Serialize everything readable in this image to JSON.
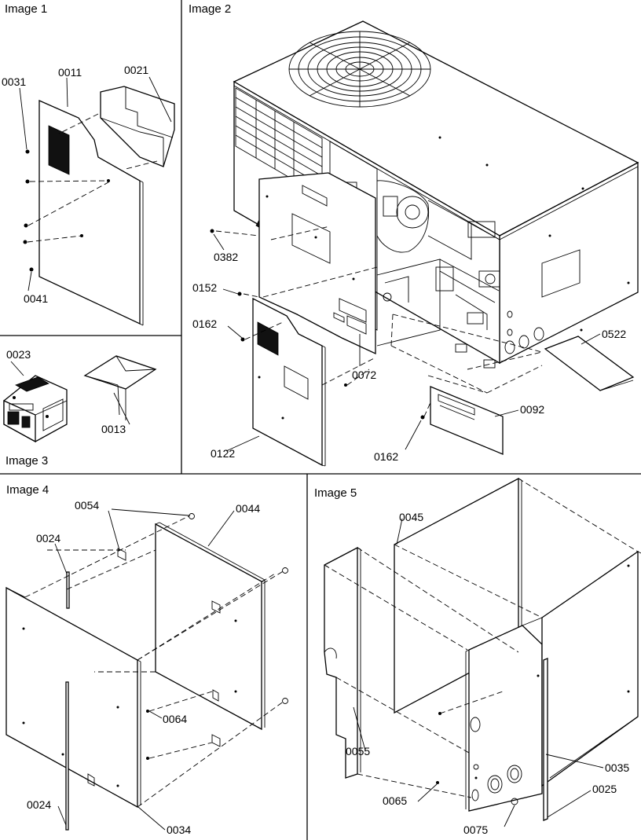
{
  "image1": {
    "title": "Image 1",
    "callouts": [
      "0031",
      "0011",
      "0021",
      "0041"
    ]
  },
  "image2": {
    "title": "Image 2",
    "callouts": [
      "0382",
      "0152",
      "0162",
      "0072",
      "0122",
      "0162",
      "0092",
      "0522"
    ]
  },
  "image3": {
    "title": "Image 3",
    "callouts": [
      "0023",
      "0013"
    ]
  },
  "image4": {
    "title": "Image 4",
    "callouts": [
      "0054",
      "0044",
      "0024",
      "0064",
      "0024",
      "0034"
    ]
  },
  "image5": {
    "title": "Image 5",
    "callouts": [
      "0045",
      "0055",
      "0035",
      "0065",
      "0025",
      "0075"
    ]
  }
}
